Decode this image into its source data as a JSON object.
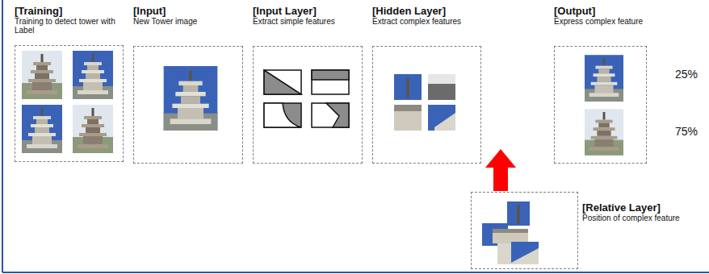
{
  "diagram": {
    "nodes": [
      {
        "text": [
          "[Training]",
          "Training to detect tower with Label"
        ]
      },
      {
        "text": [
          "[Input]",
          "New Tower image"
        ]
      },
      {
        "text": [
          "[Input Layer]",
          "Extract simple features"
        ]
      },
      {
        "text": [
          "[Hidden Layer]",
          "Extract complex features"
        ]
      },
      {
        "text": [
          "[Output]",
          "Express complex feature"
        ]
      },
      {
        "text": [
          "[Relative Layer]",
          "Position of complex feature"
        ]
      }
    ],
    "labels": [
      "25%",
      "75%"
    ]
  }
}
